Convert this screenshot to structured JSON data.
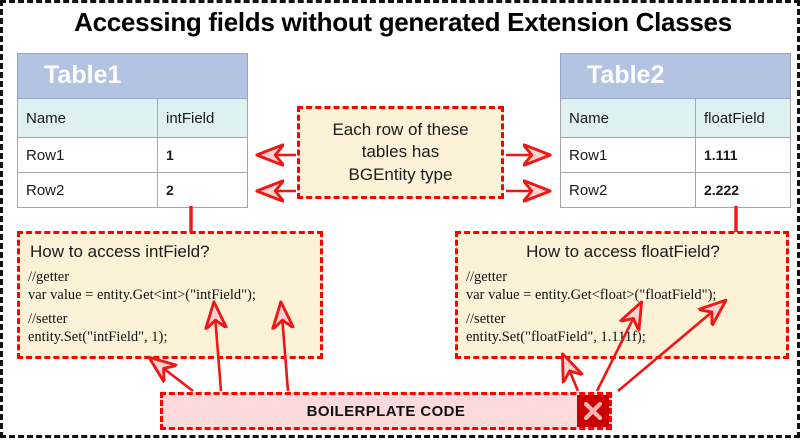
{
  "title": "Accessing fields without generated Extension Classes",
  "tables": [
    {
      "name": "Table1",
      "columns": [
        "Name",
        "intField"
      ],
      "rows": [
        [
          "Row1",
          "1"
        ],
        [
          "Row2",
          "2"
        ]
      ]
    },
    {
      "name": "Table2",
      "columns": [
        "Name",
        "floatField"
      ],
      "rows": [
        [
          "Row1",
          "1.111"
        ],
        [
          "Row2",
          "2.222"
        ]
      ]
    }
  ],
  "center_note": {
    "line1": "Each row of these",
    "line2": "tables has",
    "line3": "BGEntity type"
  },
  "code_left": {
    "heading": "How to access intField?",
    "getter_comment": "//getter",
    "getter_code": "var value = entity.Get<int>(\"intField\");",
    "setter_comment": "//setter",
    "setter_code": "entity.Set(\"intField\", 1);"
  },
  "code_right": {
    "heading": "How to access floatField?",
    "getter_comment": "//getter",
    "getter_code": "var value = entity.Get<float>(\"floatField\");",
    "setter_comment": "//setter",
    "setter_code": "entity.Set(\"floatField\", 1.111f);"
  },
  "banner": {
    "label": "BOILERPLATE CODE",
    "badge_icon": "x-mark-icon"
  },
  "colors": {
    "table_header_blue": "#b3c3e2",
    "table_column_head": "#dff0f3",
    "callout_fill": "#fcf2d8",
    "callout_border": "#ff0000",
    "banner_fill": "#fbdadb",
    "badge_red": "#cc0000",
    "outer_border": "#111111"
  }
}
